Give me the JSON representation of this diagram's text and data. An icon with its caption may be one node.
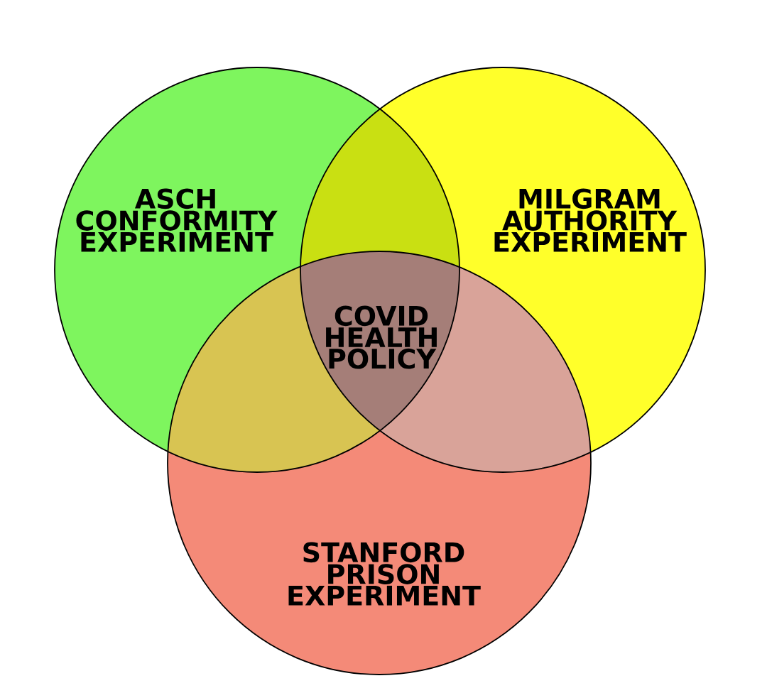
{
  "diagram": {
    "nodes": [
      {
        "text": [
          "ASCH CONFORMITY EXPERIMENT"
        ]
      },
      {
        "text": [
          "MILGRAM AUTHORITY EXPERIMENT"
        ]
      },
      {
        "text": [
          "STANFORD PRISON EXPERIMENT"
        ]
      }
    ],
    "edges": [],
    "labels": [
      "COVID HEALTH POLICY"
    ]
  }
}
